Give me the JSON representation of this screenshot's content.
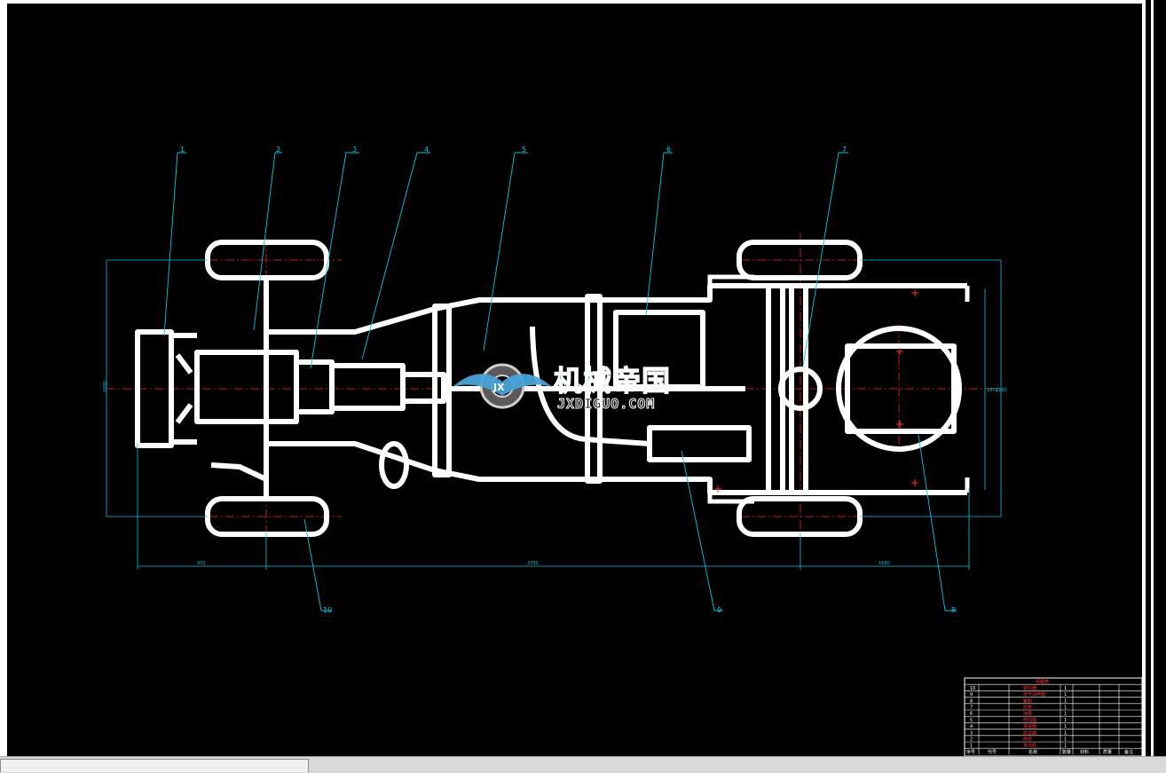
{
  "drawing": {
    "leaders": [
      {
        "n": "1"
      },
      {
        "n": "2"
      },
      {
        "n": "3"
      },
      {
        "n": "4"
      },
      {
        "n": "5"
      },
      {
        "n": "6"
      },
      {
        "n": "7"
      },
      {
        "n": "8"
      },
      {
        "n": "9"
      },
      {
        "n": "10"
      }
    ],
    "dimensions": {
      "left_width": "2000",
      "bottom_front": "970",
      "bottom_wheelbase": "3700",
      "bottom_rear": "1690",
      "right_inner": "1870",
      "right_outer": "2100"
    }
  },
  "watermark": {
    "title": "机械帝国",
    "url": "JXDIGUO.COM",
    "logo_letters": "JX"
  },
  "parts_table": {
    "title": "明细表",
    "rows": [
      {
        "no": "10",
        "name": "转向器",
        "qty": "1"
      },
      {
        "no": "9",
        "name": "排气消声器",
        "qty": "1"
      },
      {
        "no": "8",
        "name": "备胎",
        "qty": "1"
      },
      {
        "no": "7",
        "name": "后桥",
        "qty": "1"
      },
      {
        "no": "6",
        "name": "油箱",
        "qty": "1"
      },
      {
        "no": "5",
        "name": "传动轴",
        "qty": "1"
      },
      {
        "no": "4",
        "name": "变速器",
        "qty": "1"
      },
      {
        "no": "3",
        "name": "离合器",
        "qty": "1"
      },
      {
        "no": "2",
        "name": "前桥",
        "qty": "1"
      },
      {
        "no": "1",
        "name": "发动机",
        "qty": "1"
      }
    ],
    "header": {
      "no": "序号",
      "code": "代号",
      "name": "名称",
      "qty": "数量",
      "material": "材料",
      "mass": "质量",
      "remark": "备注"
    }
  },
  "colors": {
    "background": "#000000",
    "outline": "#ffffff",
    "leader": "#00c8e6",
    "centerline": "#ff2020",
    "table_red": "#ff3030",
    "watermark_blue": "#4aa3d8"
  }
}
